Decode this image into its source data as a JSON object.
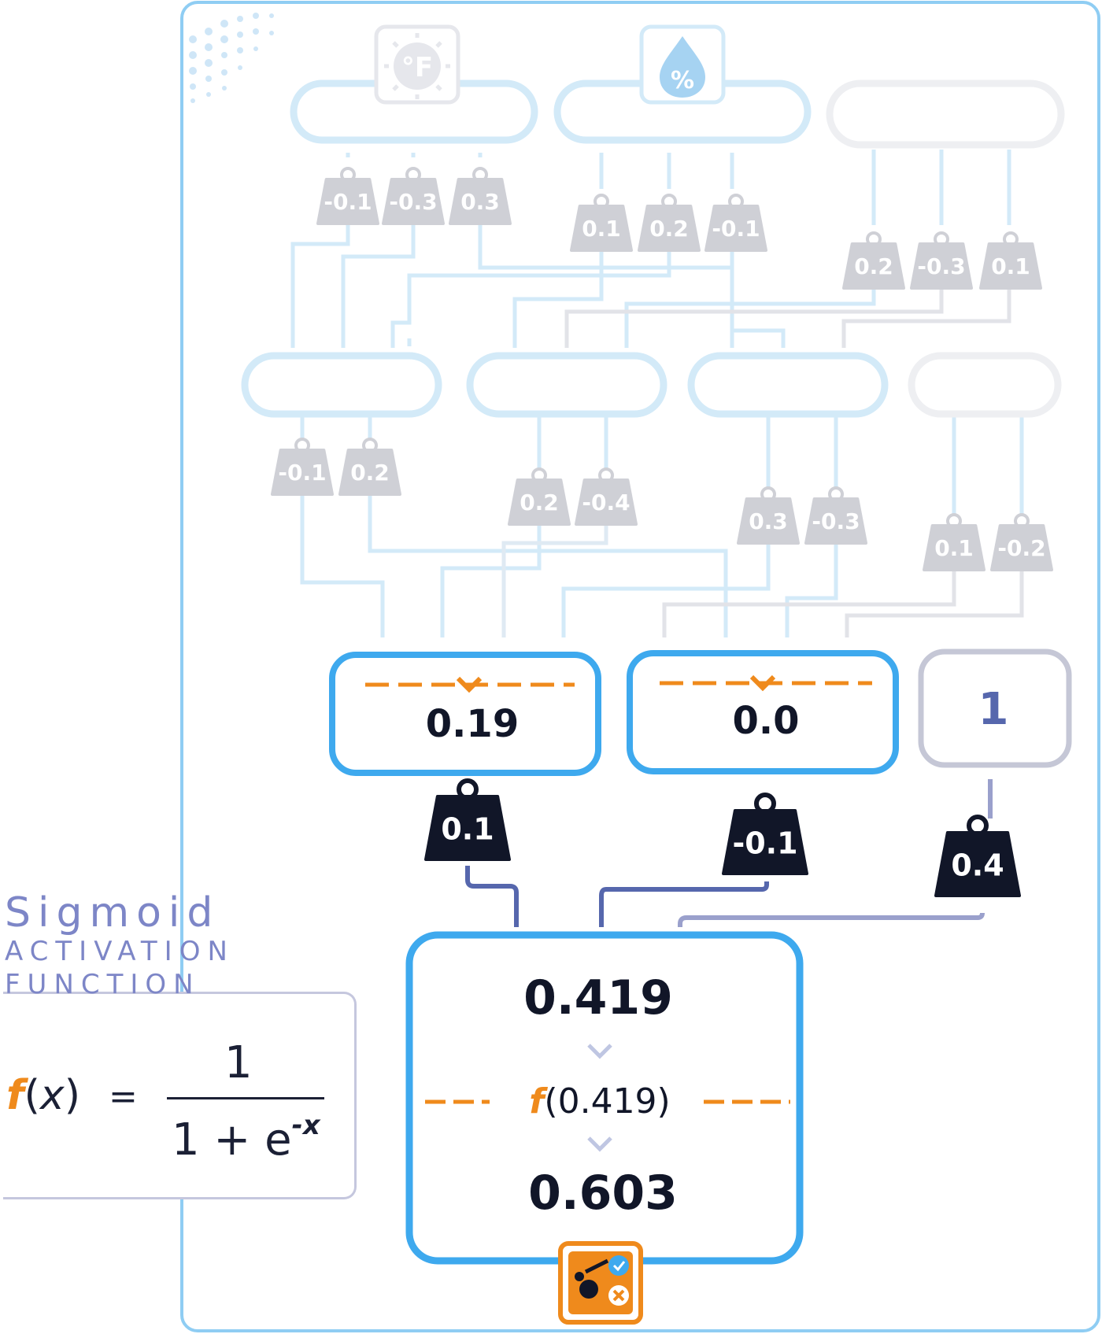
{
  "input_layer": {
    "icons": [
      "thermometer-fahrenheit-icon",
      "humidity-percent-icon"
    ],
    "weights": [
      [
        "-0.1",
        "-0.3",
        "0.3"
      ],
      [
        "0.1",
        "0.2",
        "-0.1"
      ],
      [
        "0.2",
        "-0.3",
        "0.1"
      ]
    ]
  },
  "hidden_layer_1": {
    "weights": [
      [
        "-0.1",
        "0.2"
      ],
      [
        "0.2",
        "-0.4"
      ],
      [
        "0.3",
        "-0.3"
      ],
      [
        "0.1",
        "-0.2"
      ]
    ]
  },
  "hidden_layer_2": {
    "values": [
      "0.19",
      "0.0"
    ],
    "bias": "1",
    "weights": [
      "0.1",
      "-0.1",
      "0.4"
    ]
  },
  "output_node": {
    "weighted_sum": "0.419",
    "activation_call": "(0.419)",
    "activation_symbol": "f",
    "output": "0.603",
    "icon": "decision-check-cross-icon"
  },
  "sigmoid_panel": {
    "title": "Sigmoid",
    "subtitle_line1": "ACTIVATION",
    "subtitle_line2": "FUNCTION",
    "formula_lhs_f": "f",
    "formula_lhs_open": "(",
    "formula_lhs_x": "x",
    "formula_lhs_close": ")",
    "formula_equals": "=",
    "formula_numerator": "1",
    "formula_denominator": "1 + e",
    "formula_exponent": "-x"
  },
  "colors": {
    "accent_blue": "#3ea9ee",
    "faded_blue": "#d3eaf8",
    "faded_gray": "#cfd0d6",
    "dark_navy": "#111628",
    "orange": "#ef8a1c",
    "slate_blue": "#5667ad",
    "lavender": "#9aa0cc"
  }
}
